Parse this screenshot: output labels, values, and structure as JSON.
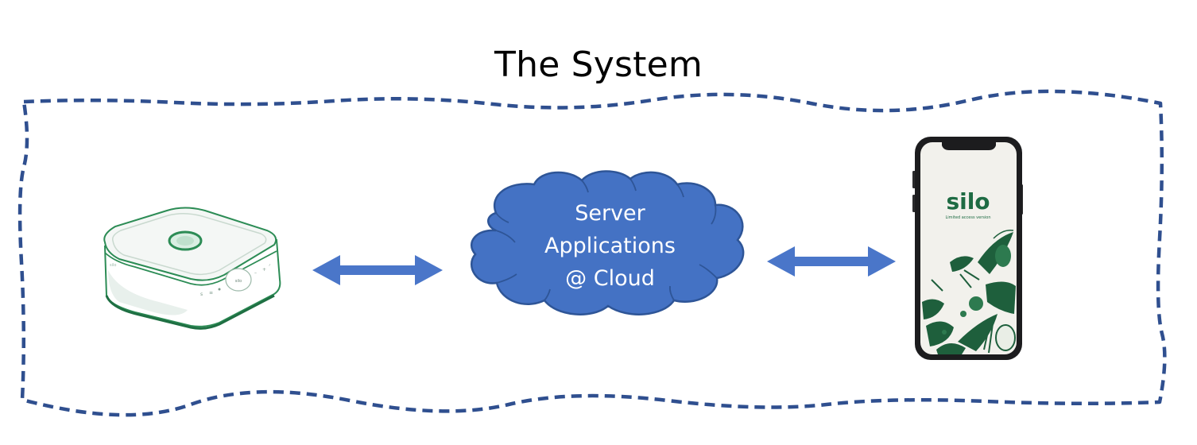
{
  "title": "The System",
  "nodes": {
    "device": {
      "icon": "hub-device-icon"
    },
    "cloud": {
      "icon": "cloud-icon",
      "lines": [
        "Server",
        "Applications",
        "@ Cloud"
      ]
    },
    "phone": {
      "icon": "smartphone-icon",
      "app_name": "silo",
      "app_tagline": "Limited access version"
    }
  },
  "connections": [
    {
      "from": "device",
      "to": "cloud",
      "style": "double-arrow"
    },
    {
      "from": "cloud",
      "to": "phone",
      "style": "double-arrow"
    }
  ],
  "colors": {
    "boundary": "#2f4f8f",
    "cloud_fill": "#4472c4",
    "cloud_stroke": "#2e5597",
    "arrow": "#4a76c9",
    "brand_green": "#1e6b43",
    "device_green": "#2c8c55",
    "phone_frame": "#1c1c1e"
  }
}
